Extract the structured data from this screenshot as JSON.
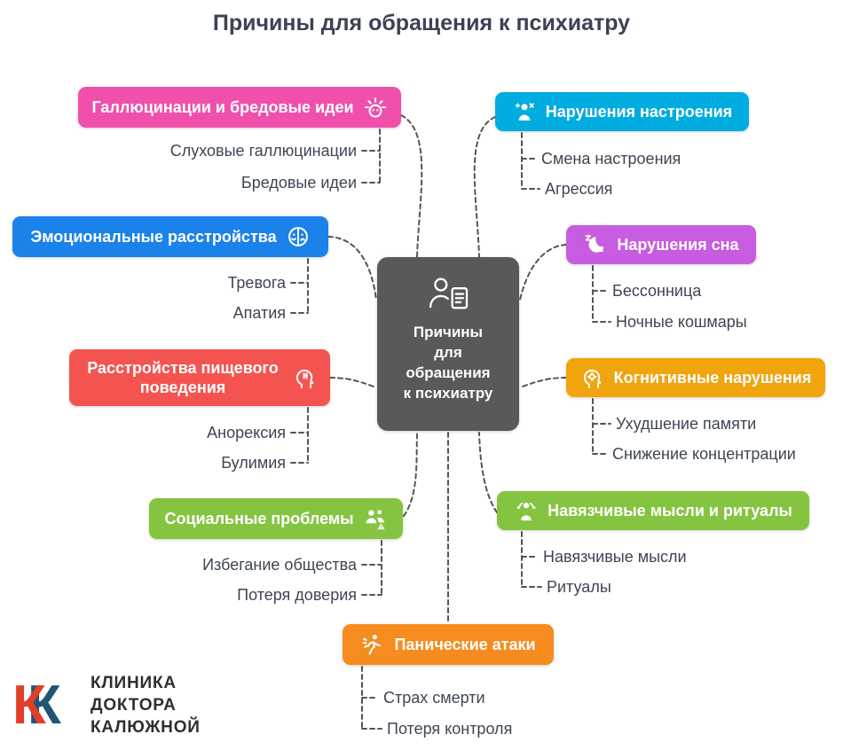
{
  "title": "Причины для обращения к психиатру",
  "center": {
    "icon": "person-report-icon",
    "lines": [
      "Причины",
      "для",
      "обращения",
      "к психиатру"
    ],
    "color": "#59595b"
  },
  "connector_color": "#555555",
  "text_color": "#3e4553",
  "branches": {
    "hallucinations": {
      "label": "Галлюцинации и бредовые идеи",
      "icon": "exploding-head-icon",
      "color": "#f050ab",
      "children": [
        "Слуховые галлюцинации",
        "Бредовые идеи"
      ]
    },
    "mood": {
      "label": "Нарушения настроения",
      "icon": "mood-person-icon",
      "color": "#00ace0",
      "children": [
        "Смена настроения",
        "Агрессия"
      ]
    },
    "emotional": {
      "label": "Эмоциональные расстройства",
      "icon": "half-happy-sad-face-icon",
      "color": "#1b82ea",
      "children": [
        "Тревога",
        "Апатия"
      ]
    },
    "sleep": {
      "label": "Нарушения сна",
      "icon": "sleep-moon-icon",
      "color": "#c75ce0",
      "children": [
        "Бессонница",
        "Ночные кошмары"
      ]
    },
    "eating": {
      "label": "Расстройства пищевого поведения",
      "icon": "head-fork-icon",
      "color": "#f45450",
      "children": [
        "Анорексия",
        "Булимия"
      ]
    },
    "cognitive": {
      "label": "Когнитивные нарушения",
      "icon": "head-gear-icon",
      "color": "#f0a40e",
      "children": [
        "Ухудшение памяти",
        "Снижение концентрации"
      ]
    },
    "social": {
      "label": "Социальные проблемы",
      "icon": "people-warning-icon",
      "color": "#85c440",
      "children": [
        "Избегание общества",
        "Потеря доверия"
      ]
    },
    "obsessive": {
      "label": "Навязчивые мысли и ритуалы",
      "icon": "person-loop-icon",
      "color": "#85c440",
      "children": [
        "Навязчивые мысли",
        "Ритуалы"
      ]
    },
    "panic": {
      "label": "Панические атаки",
      "icon": "running-person-icon",
      "color": "#f68b1f",
      "children": [
        "Страх смерти",
        "Потеря контроля"
      ]
    }
  },
  "logo": {
    "mark": "К",
    "mark_colors": {
      "front": "#e23e27",
      "back": "#1e5674"
    },
    "lines": [
      "КЛИНИКА",
      "ДОКТОРА",
      "КАЛЮЖНОЙ"
    ]
  }
}
